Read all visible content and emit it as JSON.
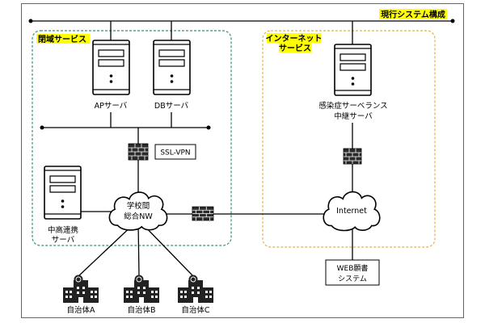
{
  "title": "現行システム構成",
  "zones": {
    "closed": {
      "label": "閉域サービス"
    },
    "internet": {
      "label_line1": "インターネット",
      "label_line2": "サービス"
    }
  },
  "servers": {
    "ap": {
      "label": "APサーバ"
    },
    "db": {
      "label": "DBサーバ"
    },
    "surveillance_relay": {
      "label_line1": "感染症サーベランス",
      "label_line2": "中継サーバ"
    },
    "chuko_renkei": {
      "label_line1": "中高連携",
      "label_line2": "サーバ"
    }
  },
  "ssl_vpn": {
    "label": "SSL-VPN"
  },
  "networks": {
    "school": {
      "label_line1": "学校間",
      "label_line2": "総合NW"
    },
    "internet": {
      "label": "Internet"
    }
  },
  "web_application": {
    "label_line1": "WEB願書",
    "label_line2": "システム"
  },
  "municipalities": [
    {
      "label": "自治体A"
    },
    {
      "label": "自治体B"
    },
    {
      "label": "自治体C"
    }
  ],
  "icons": {
    "server": "server-icon",
    "firewall": "firewall-icon",
    "cloud": "cloud-icon",
    "building": "building-icon"
  },
  "colors": {
    "highlight": "#ffff00",
    "closed_zone_border": "#3a8f7f",
    "internet_zone_border": "#e3b54a",
    "frame": "#666666"
  }
}
